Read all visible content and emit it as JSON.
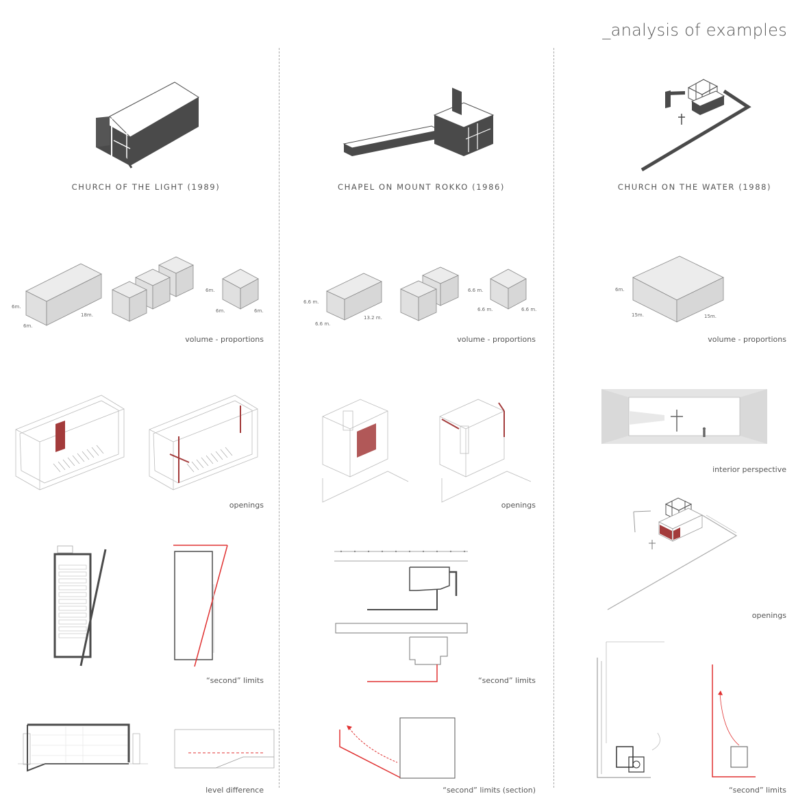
{
  "page": {
    "title": "_analysis of examples"
  },
  "columns": [
    {
      "name": "CHURCH OF THE LIGHT (1989)",
      "captions": {
        "volume": "volume - proportions",
        "openings": "openings",
        "limits": "“second” limits",
        "section": "level difference"
      },
      "dims": {
        "h": "6m.",
        "w": "6m.",
        "l": "18m.",
        "c1": "6m.",
        "c2": "6m.",
        "c3": "6m."
      }
    },
    {
      "name": "CHAPEL ON MOUNT ROKKO (1986)",
      "captions": {
        "volume": "volume - proportions",
        "openings": "openings",
        "limits": "“second” limits",
        "section": "“second” limits (section)"
      },
      "dims": {
        "h": "6.6 m.",
        "w": "6.6 m.",
        "l": "13.2 m.",
        "c1": "6.6 m.",
        "c2": "6.6 m.",
        "c3": "6.6 m."
      }
    },
    {
      "name": "CHURCH ON THE WATER (1988)",
      "captions": {
        "volume": "volume - proportions",
        "interior": "interior perspective",
        "openings": "openings",
        "limits": "“second” limits"
      },
      "dims": {
        "h": "6m.",
        "w": "15m.",
        "l": "15m."
      }
    }
  ],
  "colors": {
    "dark": "#4a4a4a",
    "accent": "#a33b3b",
    "red": "#e03030",
    "box": "#e4e4e4"
  }
}
